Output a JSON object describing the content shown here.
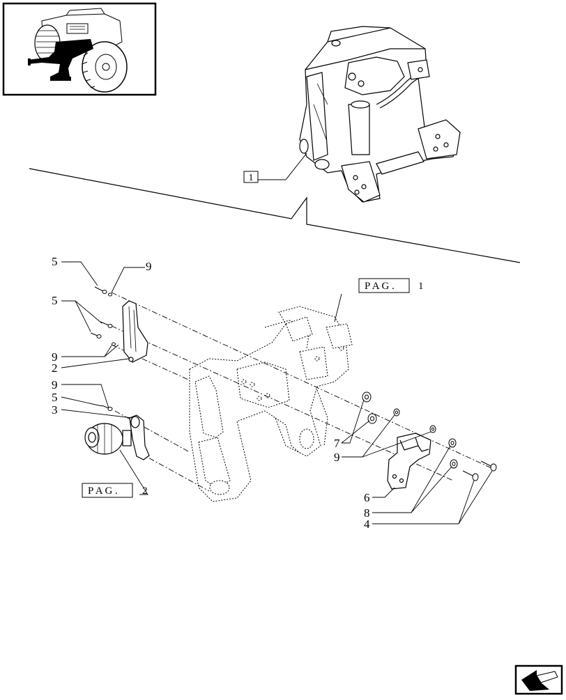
{
  "thumbnail": {
    "icon": "tractor-front-hitch-thumbnail-icon"
  },
  "overview": {
    "ref_label": "1"
  },
  "callouts": {
    "c5a": "5",
    "c9a": "9",
    "c5b": "5",
    "c9b": "9",
    "c2": "2",
    "c9c": "9",
    "c5c": "5",
    "c3": "3",
    "c7": "7",
    "c9d": "9",
    "c6": "6",
    "c8": "8",
    "c4": "4"
  },
  "page_refs": {
    "ref1": {
      "text": "P A G .",
      "num": "1"
    },
    "ref2": {
      "text": "P A G .",
      "num": "2"
    }
  },
  "nav": {
    "icon": "next-page-arrow-icon"
  }
}
